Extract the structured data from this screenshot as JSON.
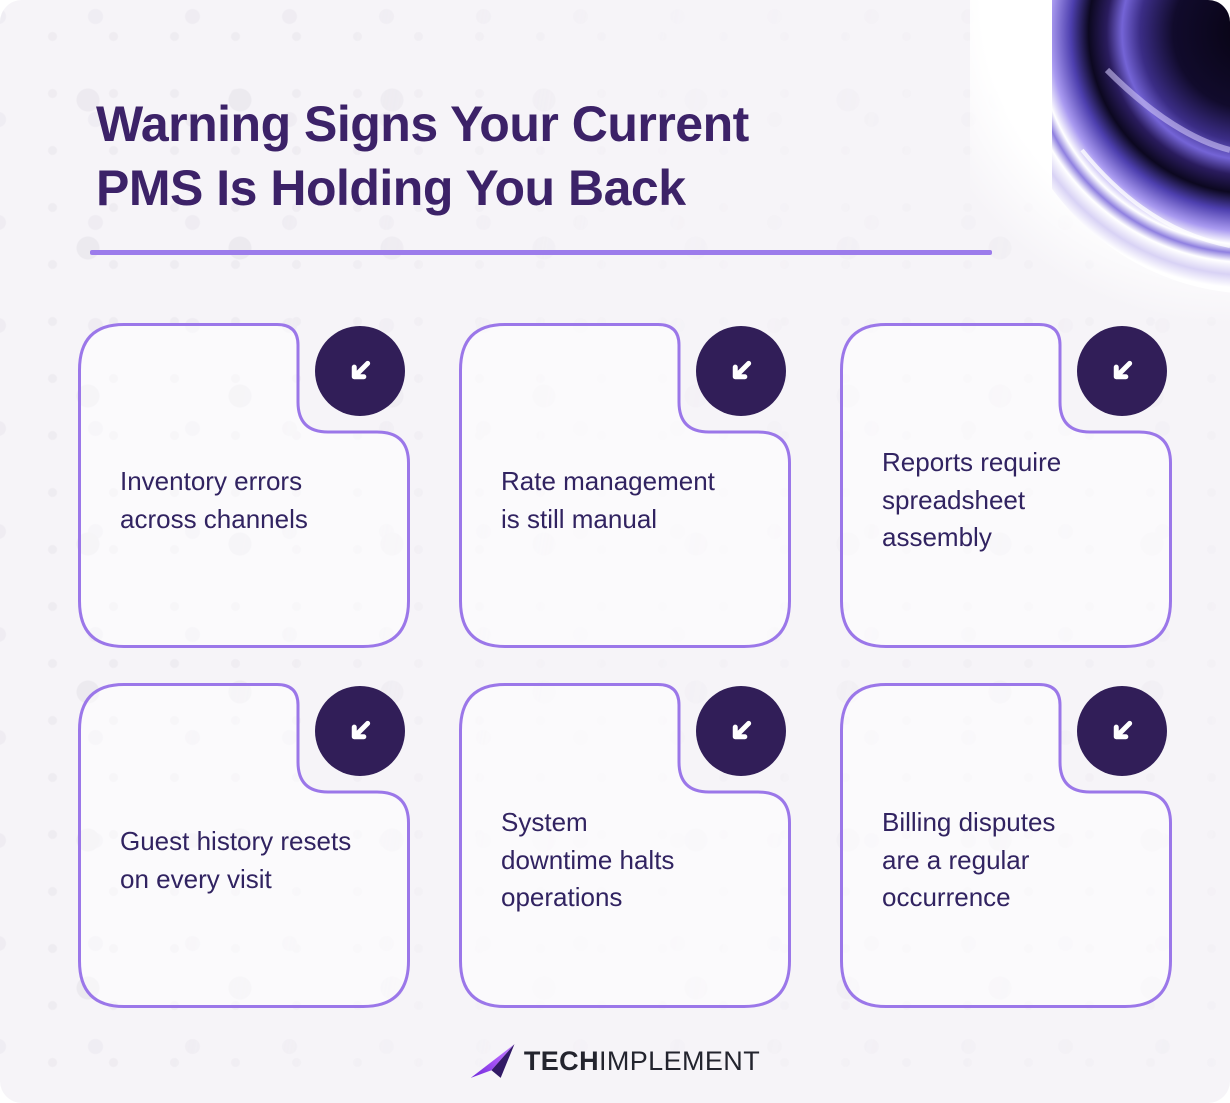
{
  "poster": {
    "title": "Warning Signs Your Current\nPMS Is Holding You Back"
  },
  "cards": [
    {
      "label": "Inventory errors\nacross channels",
      "icon": "arrow-down-left-icon"
    },
    {
      "label": "Rate management\nis still manual",
      "icon": "arrow-down-left-icon"
    },
    {
      "label": "Reports require\nspreadsheet\nassembly",
      "icon": "arrow-down-left-icon"
    },
    {
      "label": "Guest history resets\non every visit",
      "icon": "arrow-down-left-icon"
    },
    {
      "label": "System\ndowntime halts\noperations",
      "icon": "arrow-down-left-icon"
    },
    {
      "label": "Billing disputes\nare a regular\noccurrence",
      "icon": "arrow-down-left-icon"
    }
  ],
  "footer": {
    "brand_bold": "TECH",
    "brand_rest": "IMPLEMENT",
    "brand_icon": "paper-plane-icon"
  },
  "decor": {
    "top_right_ornament": "glossy-purple-swirl"
  },
  "colors": {
    "background": "#f6f4f8",
    "card_border": "#9b77e9",
    "badge_circle": "#311e58",
    "badge_arrow": "#ffffff",
    "title_text": "#3c2268",
    "card_text": "#312361",
    "divider": "#9c7ceb",
    "brand_text": "#23242e",
    "brand_icon_light": "#a855f7",
    "brand_icon_dark": "#321a66"
  }
}
